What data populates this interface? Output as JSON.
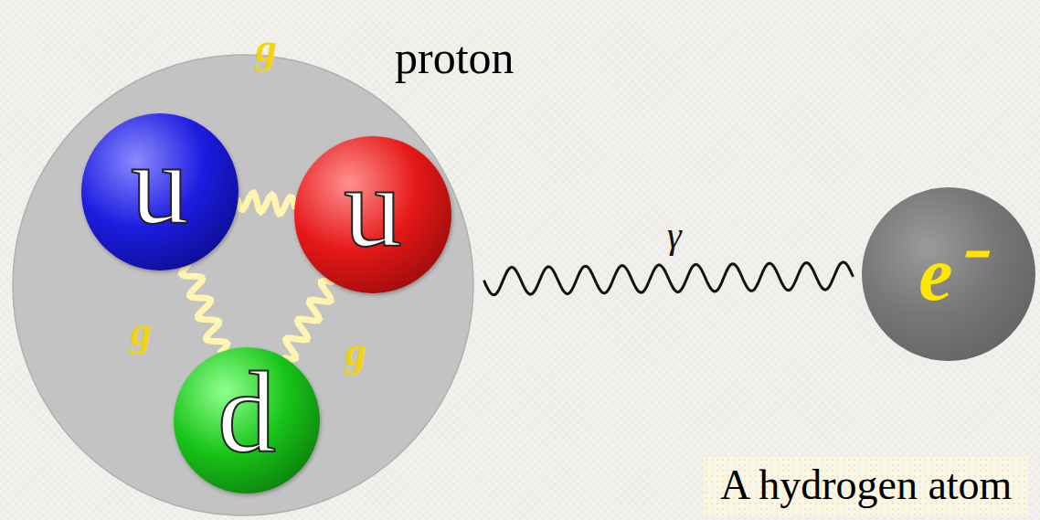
{
  "diagram": {
    "nodes": [
      {
        "text": [
          "proton"
        ]
      },
      {
        "text": [
          "u"
        ],
        "in": 0
      },
      {
        "text": [
          "u"
        ],
        "in": 0
      },
      {
        "text": [
          "d"
        ],
        "in": 0
      },
      {
        "text": [
          "e⁻"
        ]
      }
    ],
    "edges": [
      {
        "from": 1,
        "to": 2,
        "label": "g",
        "arrow": "none"
      },
      {
        "from": 1,
        "to": 3,
        "label": "g",
        "arrow": "none"
      },
      {
        "from": 2,
        "to": 3,
        "label": "g",
        "arrow": "none"
      },
      {
        "from": 0,
        "to": 4,
        "label": "γ",
        "arrow": "none"
      }
    ],
    "labels": [
      "A hydrogen atom"
    ]
  }
}
